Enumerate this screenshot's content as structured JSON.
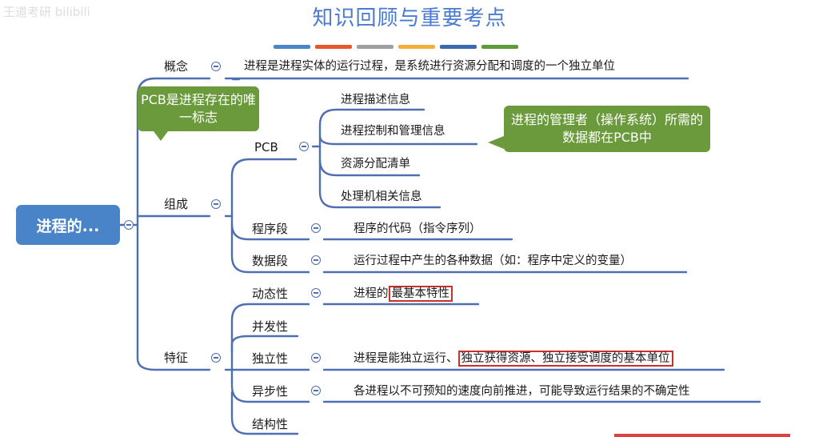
{
  "header": {
    "title": "知识回顾与重要考点",
    "watermark": "王道考研 bilibili",
    "color_bar": [
      "#4a86c8",
      "#e5592e",
      "#a0a0a0",
      "#f2b03a",
      "#3a69b0",
      "#5e9c3a"
    ]
  },
  "mindmap": {
    "root": "进程的...",
    "branches": {
      "concept": {
        "label": "概念",
        "text": "进程是进程实体的运行过程，是系统进行资源分配和调度的一个独立单位"
      },
      "composition": {
        "label": "组成",
        "pcb": {
          "label": "PCB",
          "items": [
            "进程描述信息",
            "进程控制和管理信息",
            "资源分配清单",
            "处理机相关信息"
          ]
        },
        "program_segment": {
          "label": "程序段",
          "text": "程序的代码（指令序列）"
        },
        "data_segment": {
          "label": "数据段",
          "text": "运行过程中产生的各种数据（如：程序中定义的变量）"
        }
      },
      "features": {
        "label": "特征",
        "dynamic": {
          "label": "动态性",
          "text_prefix": "进程的",
          "text_highlight": "最基本特性"
        },
        "concurrency": {
          "label": "并发性"
        },
        "independence": {
          "label": "独立性",
          "text_prefix": "进程是能独立运行、",
          "text_highlight": "独立获得资源、独立接受调度的基本单位"
        },
        "asynchrony": {
          "label": "异步性",
          "text": "各进程以不可预知的速度向前推进，可能导致运行结果的不确定性"
        },
        "structure": {
          "label": "结构性"
        }
      }
    },
    "callouts": {
      "pcb_unique": "PCB是进程存在的唯一标志",
      "pcb_os": "进程的管理者（操作系统）所需的数据都在PCB中"
    }
  },
  "colors": {
    "line": "#4f6fb0",
    "root": "#4a84c8",
    "callout": "#6a9a3c",
    "highlight": "#c8322a",
    "title": "#4a7bd0"
  }
}
